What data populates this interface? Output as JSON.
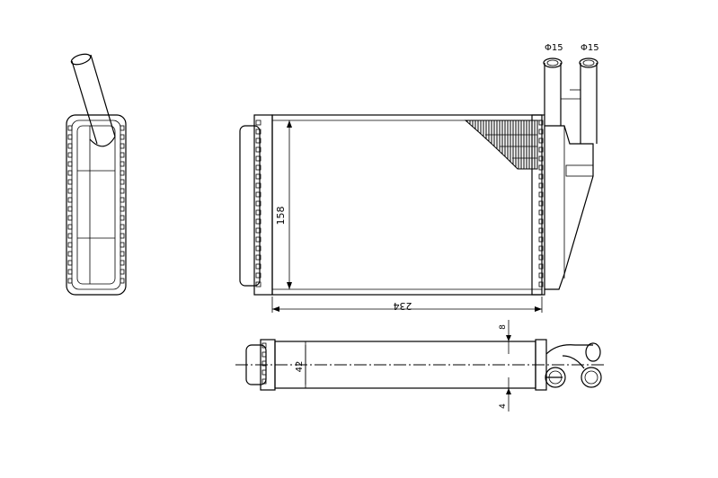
{
  "drawing": {
    "dimensions": {
      "tube_left_diameter": "Φ15",
      "tube_right_diameter": "Φ15",
      "core_height": "158",
      "core_width": "234",
      "core_depth": "42",
      "top_offset": "8",
      "bottom_offset": "4"
    }
  }
}
